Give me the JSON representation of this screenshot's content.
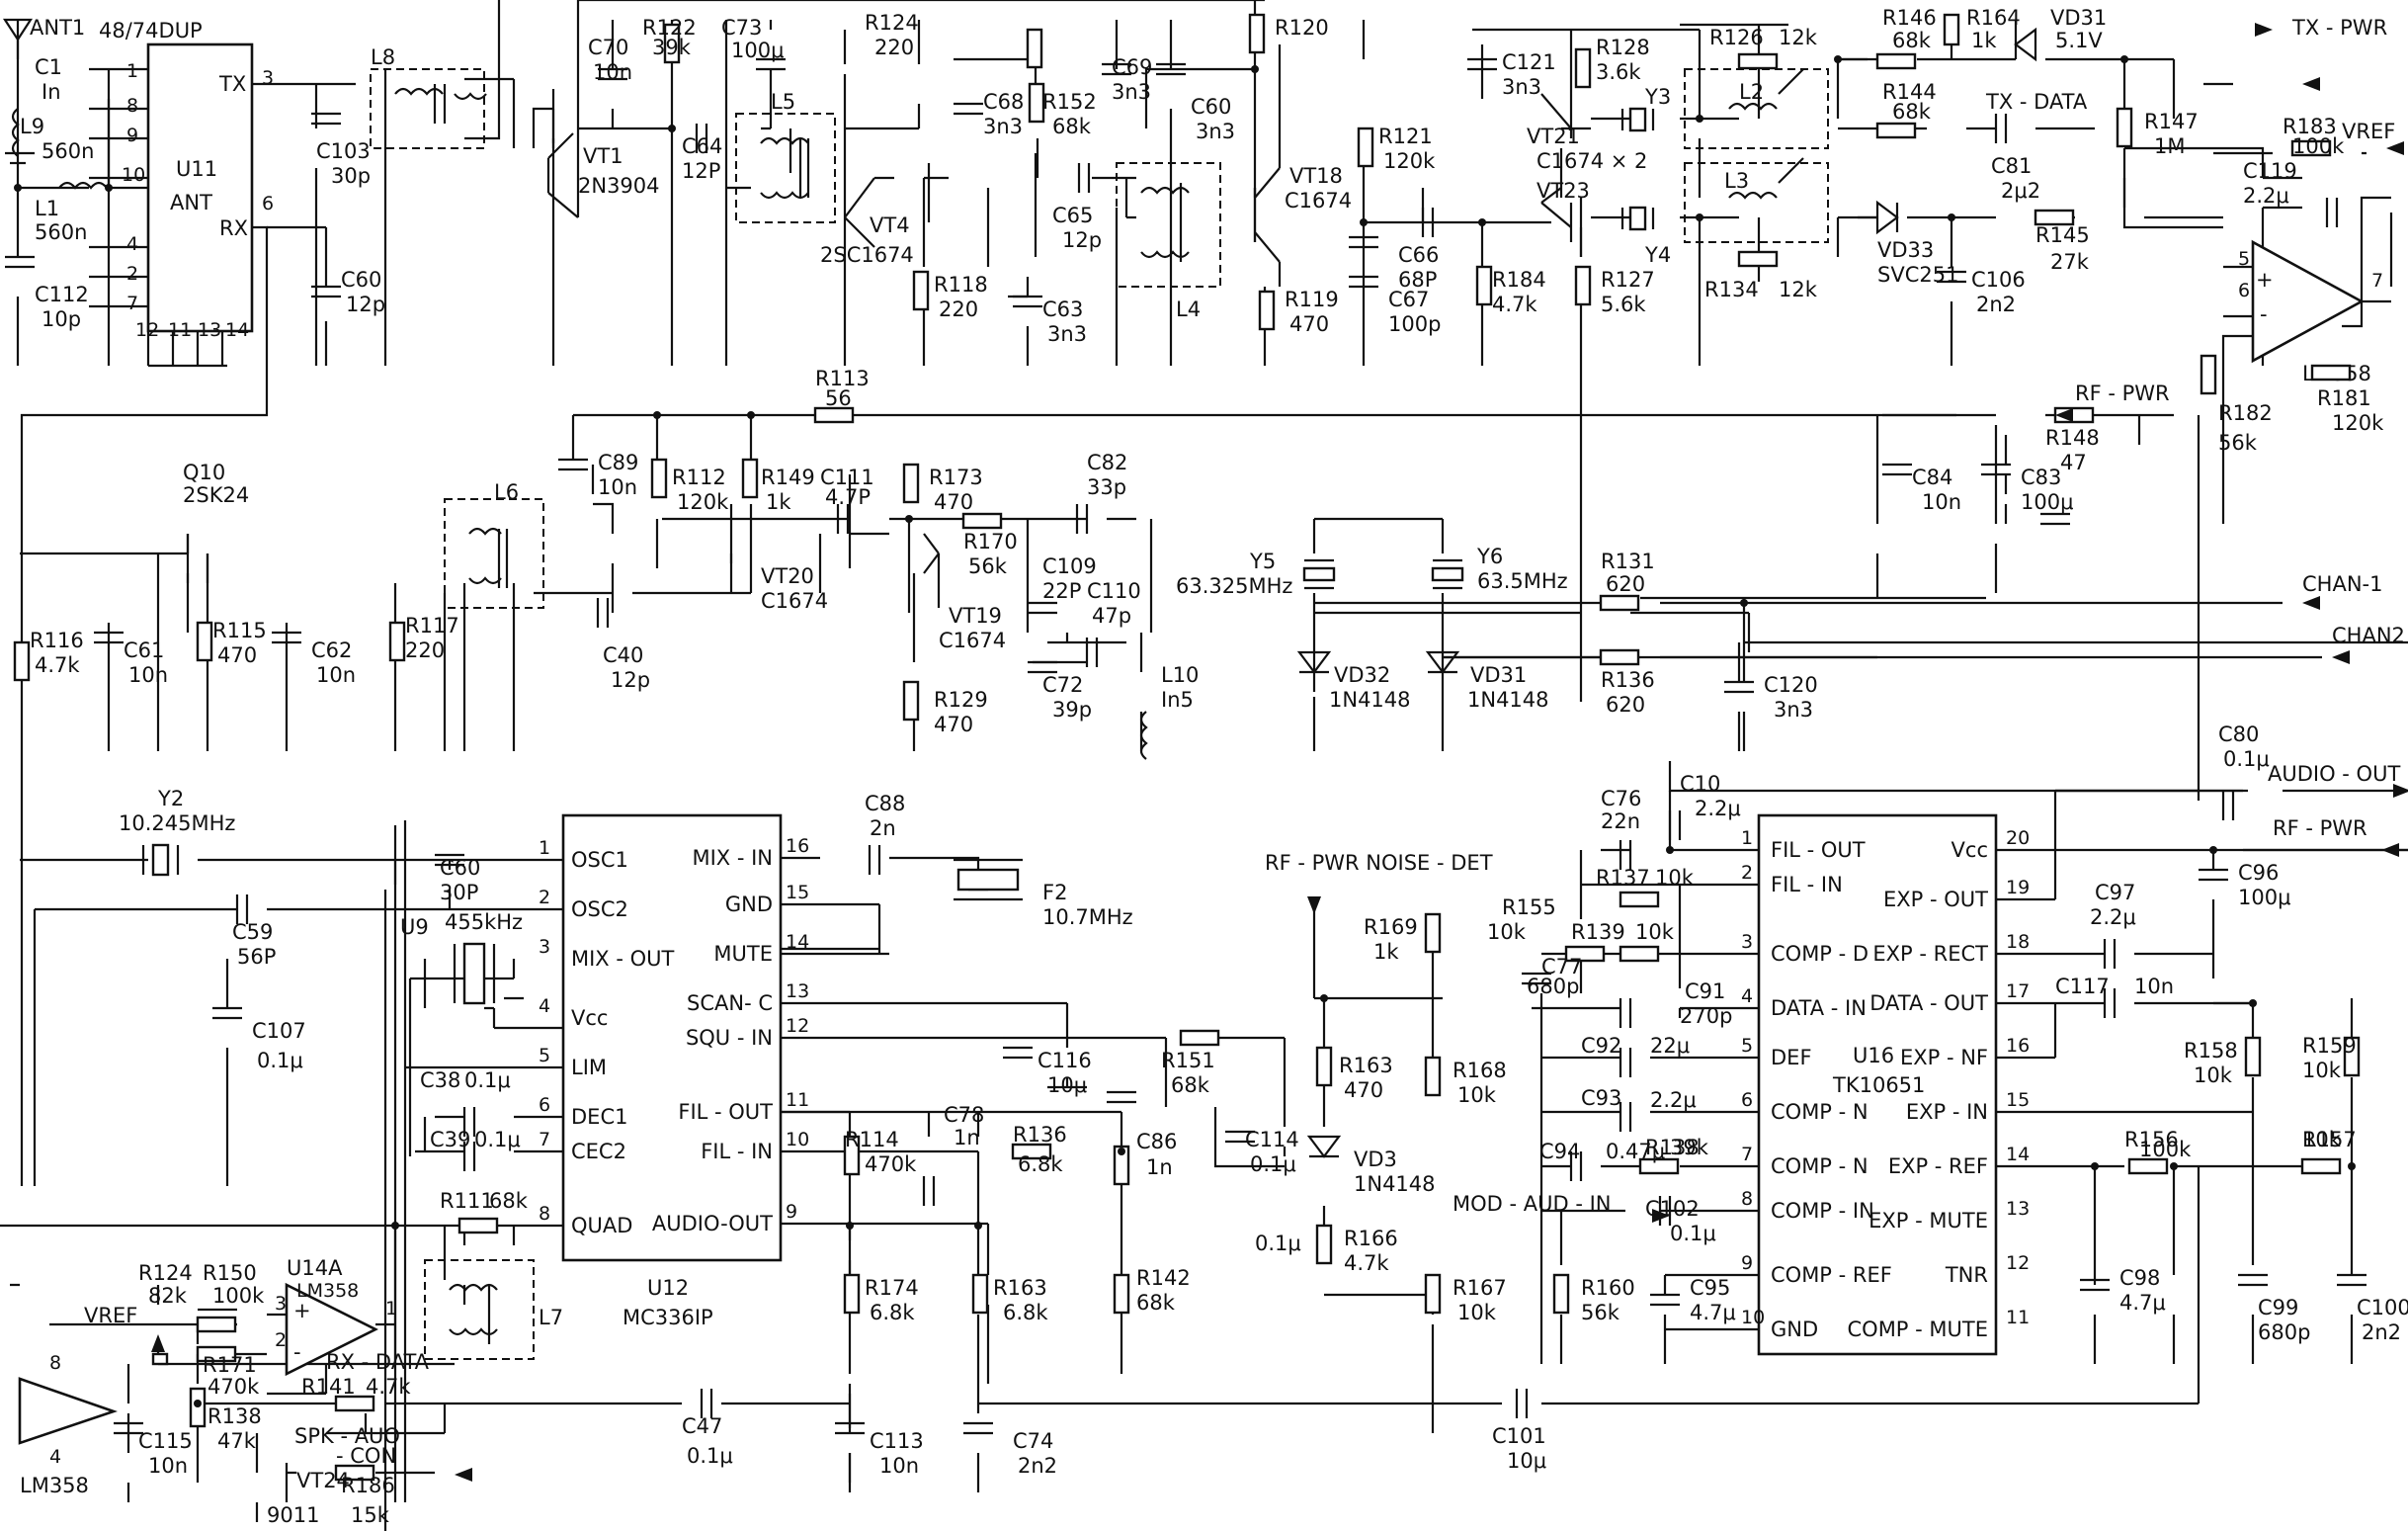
{
  "ics": {
    "u11": {
      "part": "48/74DUP",
      "ref": "U11",
      "function": "ANT",
      "tx": "TX",
      "rx": "RX",
      "pins_left": [
        "1",
        "8",
        "9",
        "10",
        "4",
        "2",
        "7"
      ],
      "pins_bottom": [
        "12",
        "11",
        "13",
        "14"
      ],
      "pin_tx": "3",
      "pin_rx": "6"
    },
    "u12": {
      "ref": "U12",
      "part": "MC336IP",
      "left": [
        [
          "1",
          "OSC1"
        ],
        [
          "2",
          "OSC2"
        ],
        [
          "3",
          "MIX - OUT"
        ],
        [
          "4",
          "Vcc"
        ],
        [
          "5",
          "LIM"
        ],
        [
          "6",
          "DEC1"
        ],
        [
          "7",
          "CEC2"
        ],
        [
          "8",
          "QUAD"
        ]
      ],
      "right": [
        [
          "16",
          "MIX - IN"
        ],
        [
          "15",
          "GND"
        ],
        [
          "14",
          "MUTE"
        ],
        [
          "13",
          "SCAN- C"
        ],
        [
          "12",
          "SQU - IN"
        ],
        [
          "11",
          "FIL - OUT"
        ],
        [
          "10",
          "FIL - IN"
        ],
        [
          "9",
          "AUDIO-OUT"
        ]
      ]
    },
    "u16": {
      "ref": "U16",
      "part": "TK10651",
      "left": [
        [
          "1",
          "FIL - OUT"
        ],
        [
          "2",
          "FIL - IN"
        ],
        [
          "3",
          "COMP - D"
        ],
        [
          "4",
          "DATA - IN"
        ],
        [
          "5",
          "DEF"
        ],
        [
          "6",
          "COMP - N"
        ],
        [
          "7",
          "COMP - N"
        ],
        [
          "8",
          "COMP - IN"
        ],
        [
          "9",
          "COMP - REF"
        ],
        [
          "10",
          "GND"
        ]
      ],
      "right": [
        [
          "20",
          "Vcc"
        ],
        [
          "19",
          "EXP - OUT"
        ],
        [
          "18",
          "EXP - RECT"
        ],
        [
          "17",
          "DATA - OUT"
        ],
        [
          "16",
          "EXP - NF"
        ],
        [
          "15",
          "EXP - IN"
        ],
        [
          "14",
          "EXP - REF"
        ],
        [
          "13",
          "EXP - MUTE"
        ],
        [
          "12",
          "TNR"
        ],
        [
          "11",
          "COMP - MUTE"
        ]
      ]
    },
    "u14a": {
      "ref": "U14A",
      "part": "LM358",
      "plus": "+",
      "minus": "-",
      "p3": "3",
      "p2": "2",
      "p1": "1"
    },
    "lm358_tx": {
      "part": "LM358",
      "p5": "5",
      "p6": "6",
      "p7": "7",
      "plus": "+",
      "minus": "-"
    },
    "lm358_buf": {
      "part": "LM358",
      "p8": "8",
      "p4": "4"
    }
  },
  "signals": {
    "ant": "ANT1",
    "tx_pwr": "TX - PWR",
    "tx_data": "TX - DATA",
    "vref": "VREF",
    "rf_pwr": "RF - PWR",
    "chan1": "CHAN-1",
    "chan2": "CHAN2",
    "audio_out": "AUDIO - OUT",
    "rf_pwr2": "RF - PWR",
    "noise_det": "RF - PWR NOISE - DET",
    "mod_aud_in": "MOD - AUD - IN",
    "rx_data": "RX - DATA",
    "spk": "SPK - AUO",
    "con": "- CON",
    "vref2": "VREF"
  },
  "parts": {
    "c1": [
      "C1",
      "In"
    ],
    "l9": [
      "L9",
      "560n"
    ],
    "l1": [
      "L1",
      "560n"
    ],
    "c112": [
      "C112",
      "10p"
    ],
    "l8": [
      "L8"
    ],
    "c103": [
      "C103",
      "30p"
    ],
    "c60a": [
      "C60",
      "12p"
    ],
    "vt1": [
      "VT1",
      "2N3904"
    ],
    "c70": [
      "C70",
      "10n"
    ],
    "r122": [
      "R122",
      "39k"
    ],
    "c73": [
      "C73",
      "100μ"
    ],
    "r124a": [
      "R124",
      "220"
    ],
    "c64": [
      "C64",
      "12P"
    ],
    "l5": [
      "L5"
    ],
    "c68": [
      "C68",
      "3n3"
    ],
    "r152": [
      "R152",
      "68k"
    ],
    "vt4": [
      "VT4",
      "2SC1674"
    ],
    "r118": [
      "R118",
      "220"
    ],
    "c63": [
      "C63",
      "3n3"
    ],
    "c65": [
      "C65",
      "12p"
    ],
    "c69": [
      "C69",
      "3n3"
    ],
    "c60b": [
      "C60",
      "3n3"
    ],
    "l4": [
      "L4"
    ],
    "r120": [
      "R120"
    ],
    "vt18": [
      "VT18",
      "C1674"
    ],
    "r121": [
      "R121",
      "120k"
    ],
    "r119": [
      "R119",
      "470"
    ],
    "c66": [
      "C66",
      "68P"
    ],
    "c67": [
      "C67",
      "100p"
    ],
    "c121": [
      "C121",
      "3n3"
    ],
    "r128": [
      "R128",
      "3.6k"
    ],
    "vt21": [
      "VT21",
      "C1674 × 2"
    ],
    "vt23": [
      "VT23"
    ],
    "y3": [
      "Y3"
    ],
    "y4": [
      "Y4"
    ],
    "r184": [
      "R184",
      "4.7k"
    ],
    "r127": [
      "R127",
      "5.6k"
    ],
    "r126": [
      "R126",
      "12k"
    ],
    "l2": [
      "L2"
    ],
    "l3": [
      "L3"
    ],
    "r134": [
      "R134",
      "12k"
    ],
    "r146": [
      "R146",
      "68k"
    ],
    "r164": [
      "R164",
      "1k"
    ],
    "vd31a": [
      "VD31",
      "5.1V"
    ],
    "r144": [
      "R144",
      "68k"
    ],
    "c81": [
      "C81",
      "2μ2"
    ],
    "r147": [
      "R147",
      "1M"
    ],
    "r183": [
      "R183",
      "100k"
    ],
    "vd33": [
      "VD33",
      "SVC251"
    ],
    "c106": [
      "C106",
      "2n2"
    ],
    "r145": [
      "R145",
      "27k"
    ],
    "c119": [
      "C119",
      "2.2μ"
    ],
    "r182": [
      "R182",
      "56k"
    ],
    "r181": [
      "R181",
      "120k"
    ],
    "r113": [
      "R113",
      "56"
    ],
    "q10": [
      "Q10",
      "2SK24"
    ],
    "c89": [
      "C89",
      "10n"
    ],
    "l6": [
      "L6"
    ],
    "r112": [
      "R112",
      "120k"
    ],
    "r149": [
      "R149",
      "1k"
    ],
    "c111": [
      "C111",
      "4.7P"
    ],
    "r173": [
      "R173",
      "470"
    ],
    "c82": [
      "C82",
      "33p"
    ],
    "r170": [
      "R170",
      "56k"
    ],
    "c109": [
      "C109",
      "22P"
    ],
    "c110": [
      "C110",
      "47p"
    ],
    "vt20": [
      "VT20",
      "C1674"
    ],
    "vt19": [
      "VT19",
      "C1674"
    ],
    "c40": [
      "C40",
      "12p"
    ],
    "r116": [
      "R116",
      "4.7k"
    ],
    "c61": [
      "C61",
      "10n"
    ],
    "r115": [
      "R115",
      "470"
    ],
    "c62": [
      "C62",
      "10n"
    ],
    "r117": [
      "R117",
      "220"
    ],
    "r129": [
      "R129",
      "470"
    ],
    "c72": [
      "C72",
      "39p"
    ],
    "l10": [
      "L10",
      "In5"
    ],
    "y5": [
      "Y5",
      "63.325MHz"
    ],
    "y6": [
      "Y6",
      "63.5MHz"
    ],
    "vd32": [
      "VD32",
      "1N4148"
    ],
    "vd31b": [
      "VD31",
      "1N4148"
    ],
    "r131": [
      "R131",
      "620"
    ],
    "r136a": [
      "R136",
      "620"
    ],
    "c120": [
      "C120",
      "3n3"
    ],
    "c84": [
      "C84",
      "10n"
    ],
    "c83": [
      "C83",
      "100μ"
    ],
    "r148": [
      "R148",
      "47"
    ],
    "y2": [
      "Y2",
      "10.245MHz"
    ],
    "c60c": [
      "C60",
      "30P"
    ],
    "c59": [
      "C59",
      "56P"
    ],
    "u9": [
      "U9",
      "455kHz"
    ],
    "c107": [
      "C107",
      "0.1μ"
    ],
    "c38": [
      "C38",
      "0.1μ"
    ],
    "c39": [
      "C39",
      "0.1μ"
    ],
    "r111": [
      "R111",
      "68k"
    ],
    "l7": [
      "L7"
    ],
    "c88": [
      "C88",
      "2n"
    ],
    "f2": [
      "F2",
      "10.7MHz"
    ],
    "c116": [
      "C116",
      "10μ"
    ],
    "r151": [
      "R151",
      "68k"
    ],
    "r114": [
      "R114",
      "470k"
    ],
    "c78": [
      "C78",
      "1n"
    ],
    "r136b": [
      "R136",
      "6.8k"
    ],
    "c86": [
      "C86",
      "1n"
    ],
    "c114": [
      "C114",
      "0.1μ"
    ],
    "r174": [
      "R174",
      "6.8k"
    ],
    "r163a": [
      "R163",
      "6.8k"
    ],
    "r142": [
      "R142",
      "68k"
    ],
    "r169": [
      "R169",
      "1k"
    ],
    "r163b": [
      "R163",
      "470"
    ],
    "vd3": [
      "VD3",
      "1N4148"
    ],
    "r166": [
      "R166",
      "4.7k"
    ],
    "c_01": [
      "0.1μ"
    ],
    "r168": [
      "R168",
      "10k"
    ],
    "r167": [
      "R167",
      "10k"
    ],
    "r124b": [
      "R124",
      "82k"
    ],
    "r150": [
      "R150",
      "100k"
    ],
    "r171": [
      "R171",
      "470k"
    ],
    "r141": [
      "R141",
      "4.7k"
    ],
    "r138a": [
      "R138",
      "47k"
    ],
    "c115": [
      "C115",
      "10n"
    ],
    "vt24": [
      "VT24",
      "9011"
    ],
    "r186": [
      "R186",
      "15k"
    ],
    "c47": [
      "C47",
      "0.1μ"
    ],
    "c113": [
      "C113",
      "10n"
    ],
    "c74": [
      "C74",
      "2n2"
    ],
    "c101": [
      "C101",
      "10μ"
    ],
    "c76": [
      "C76",
      "22n"
    ],
    "c10": [
      "C10",
      "2.2μ"
    ],
    "r155": [
      "R155",
      "10k"
    ],
    "r137": [
      "R137",
      "10k"
    ],
    "c77": [
      "C77",
      "680p"
    ],
    "r139": [
      "R139",
      "10k"
    ],
    "c91": [
      "C91",
      "270p"
    ],
    "c92": [
      "C92",
      "22μ"
    ],
    "c93": [
      "C93",
      "2.2μ"
    ],
    "c94": [
      "C94",
      "0.47μ"
    ],
    "r138b": [
      "R138",
      "39k"
    ],
    "c102": [
      "C102",
      "0.1μ"
    ],
    "r160": [
      "R160",
      "56k"
    ],
    "c95": [
      "C95",
      "4.7μ"
    ],
    "c80": [
      "C80",
      "0.1μ"
    ],
    "c96": [
      "C96",
      "100μ"
    ],
    "c97": [
      "C97",
      "2.2μ"
    ],
    "c117": [
      "C117",
      "10n"
    ],
    "r158": [
      "R158",
      "10k"
    ],
    "r159": [
      "R159",
      "10k"
    ],
    "r156": [
      "R156",
      "100k"
    ],
    "r157": [
      "R157",
      "10k"
    ],
    "c98": [
      "C98",
      "4.7μ"
    ],
    "c99": [
      "C99",
      "680p"
    ],
    "c100": [
      "C100",
      "2n2"
    ]
  }
}
